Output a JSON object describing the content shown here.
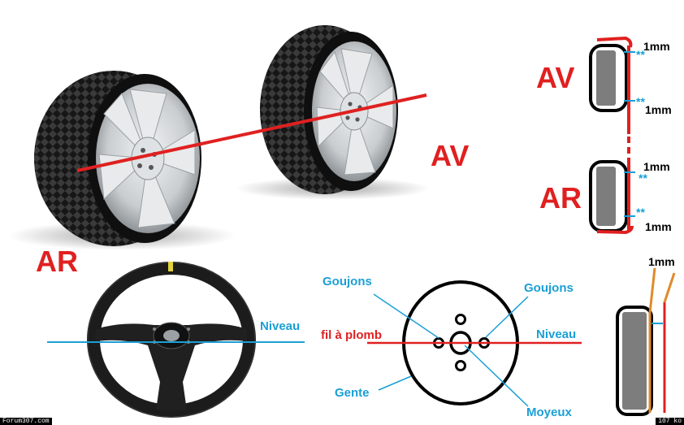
{
  "top": {
    "label_rear": "AR",
    "label_front": "AV"
  },
  "right_panel": {
    "label_front": "AV",
    "label_rear": "AR",
    "mm_labels": [
      "1mm",
      "1mm",
      "1mm",
      "1mm"
    ],
    "gap_markers": [
      "**",
      "**",
      "**",
      "**"
    ]
  },
  "steering": {
    "level_label": "Niveau"
  },
  "hub": {
    "studs_left": "Goujons",
    "studs_right": "Goujons",
    "plumb_label": "fil à plomb",
    "level_label": "Niveau",
    "rim_label": "Gente",
    "hub_label": "Moyeux"
  },
  "side_view": {
    "mm_label": "1mm"
  },
  "footer": {
    "left": "Forum307.com",
    "right": "107 ko"
  },
  "colors": {
    "red": "#e02020",
    "blue": "#1a9fd6",
    "orange": "#e08a2a",
    "tire": "#1b1b1b",
    "rim": "#cfd3d6"
  }
}
